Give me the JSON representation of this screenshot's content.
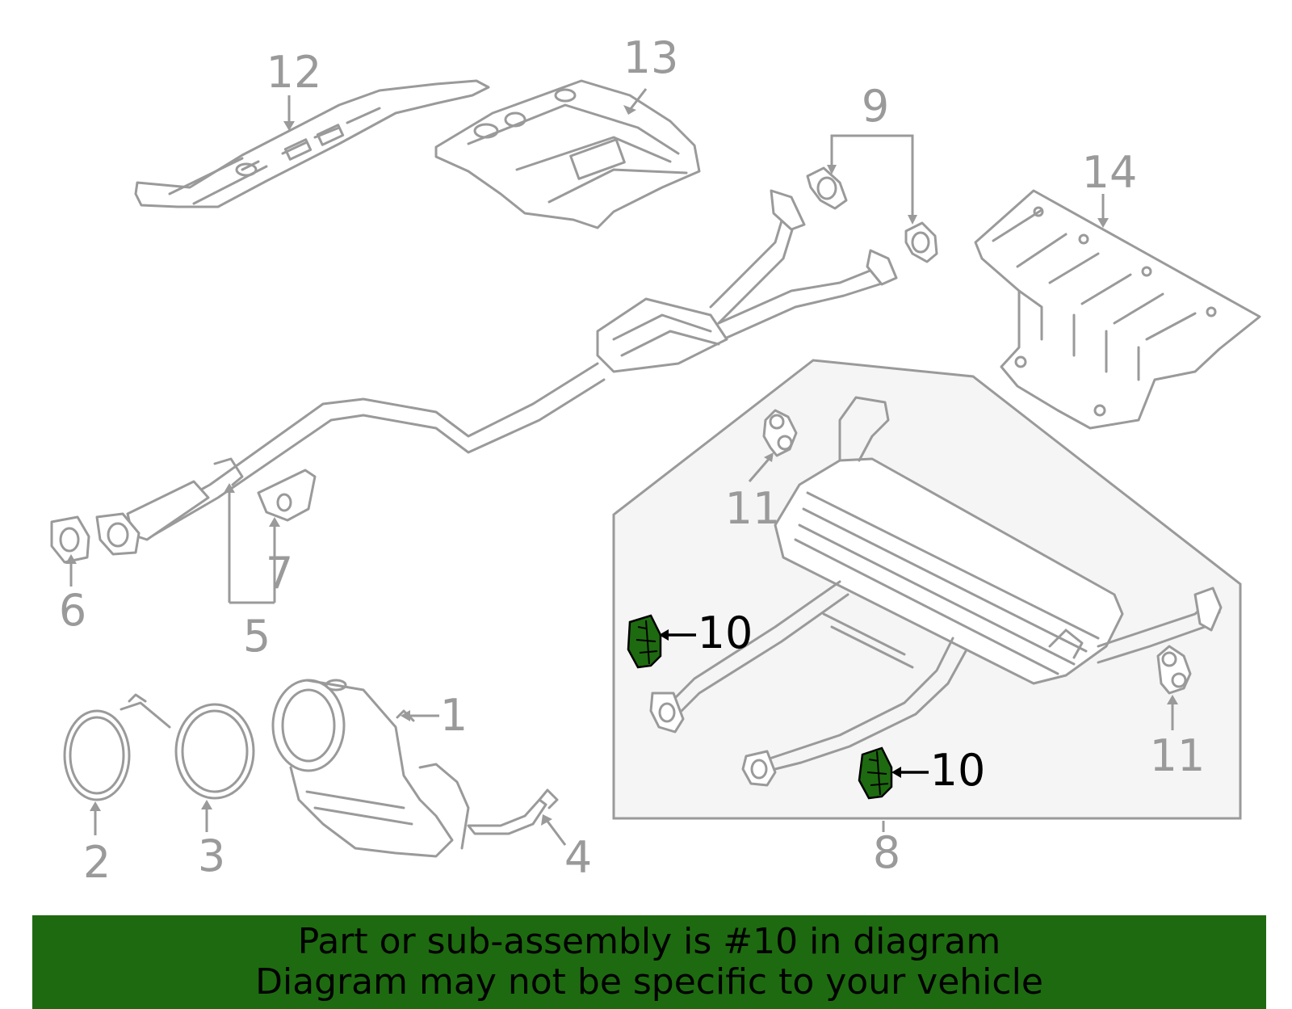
{
  "callouts": {
    "c1": "1",
    "c2": "2",
    "c3": "3",
    "c4": "4",
    "c5": "5",
    "c6": "6",
    "c7": "7",
    "c8": "8",
    "c9": "9",
    "c10a": "10",
    "c10b": "10",
    "c11a": "11",
    "c11b": "11",
    "c12": "12",
    "c13": "13",
    "c14": "14"
  },
  "highlight_part": "10",
  "colors": {
    "part_line": "#9a9a9a",
    "highlight": "#1e6a10",
    "banner_bg": "#1e6a10",
    "inset_bg": "#f5f5f5"
  },
  "banner": {
    "line1": "Part or sub-assembly is #10 in diagram",
    "line2": "Diagram may not be specific to your vehicle"
  }
}
